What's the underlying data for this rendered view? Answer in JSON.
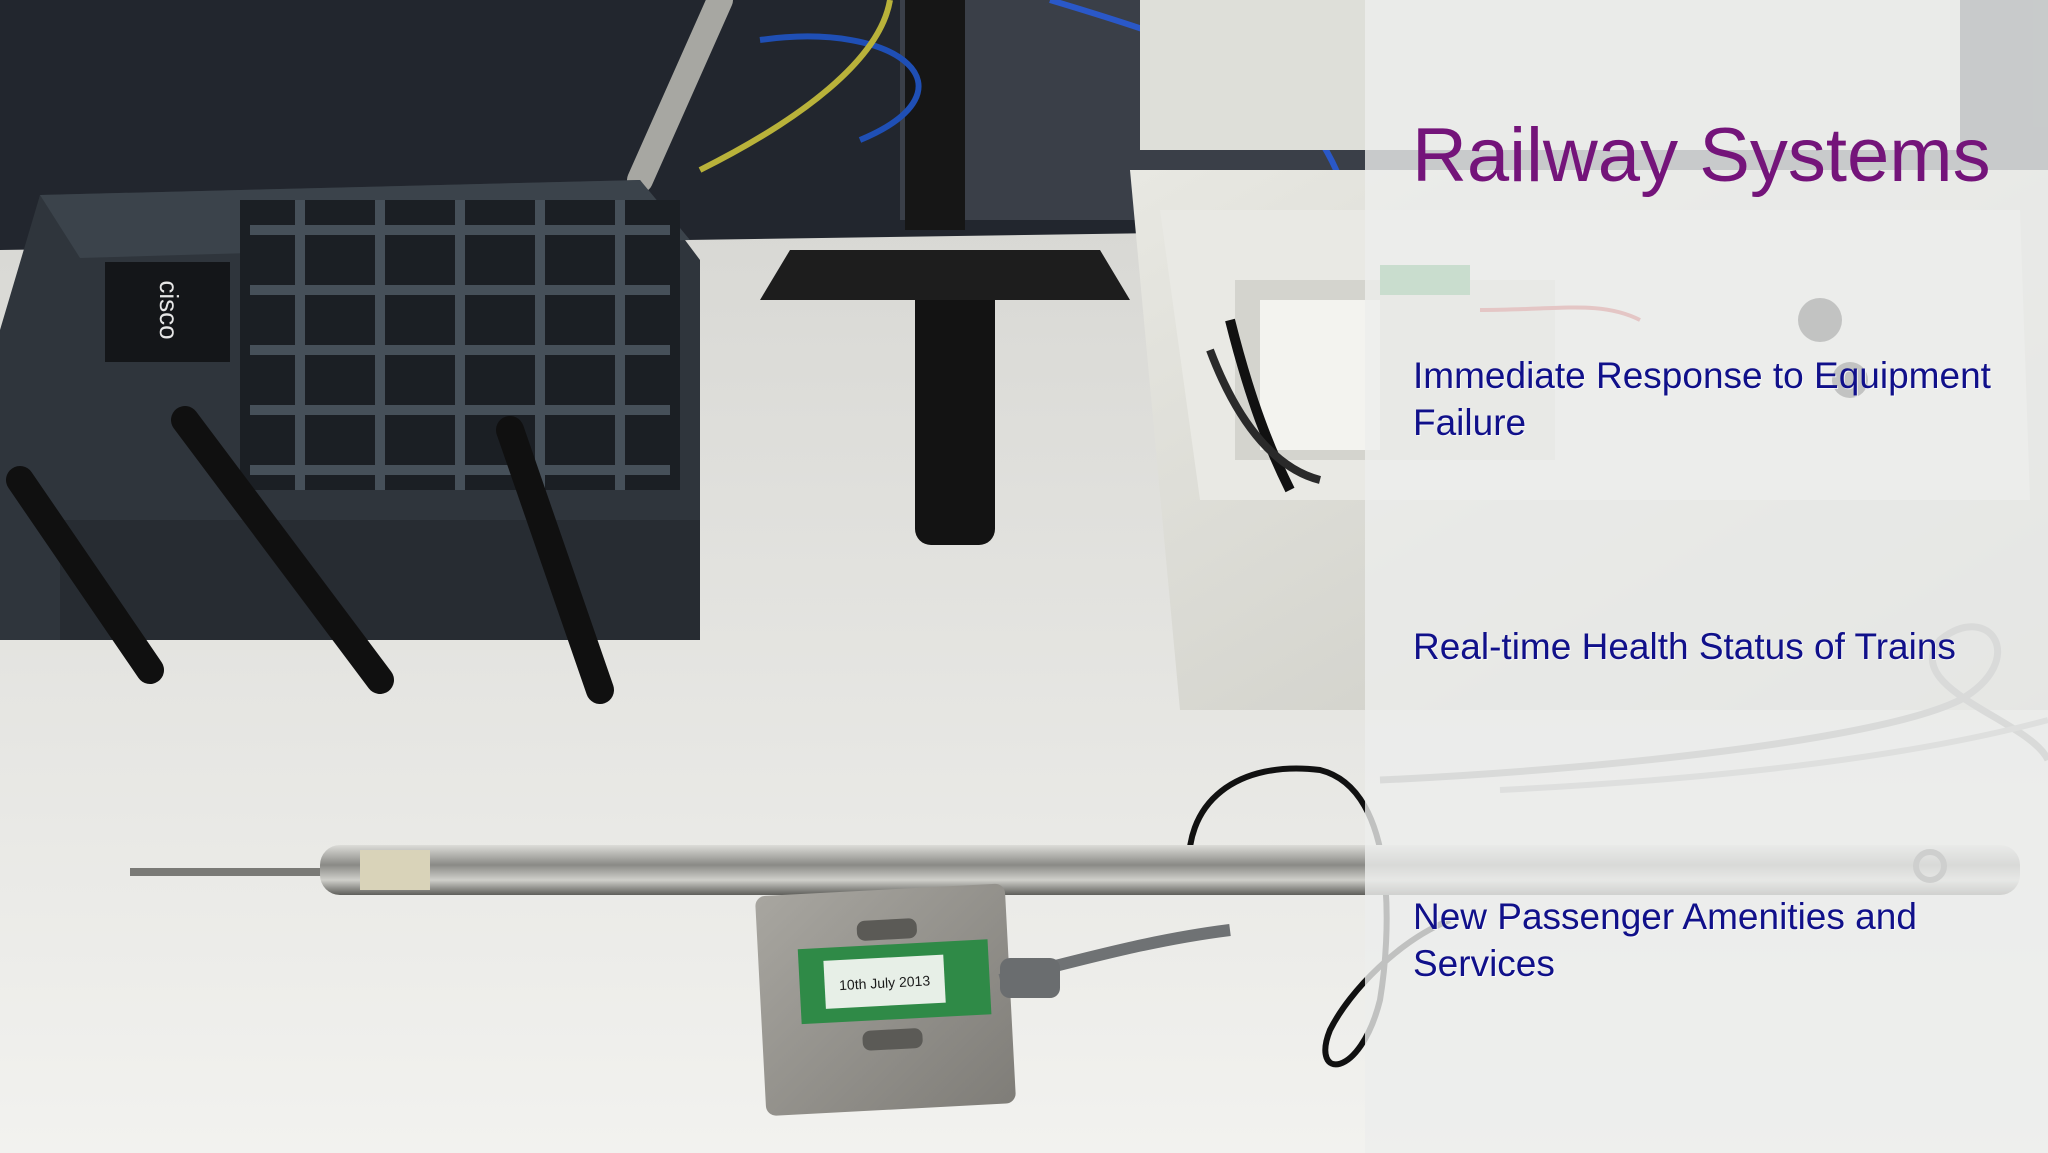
{
  "slide": {
    "title": "Railway Systems",
    "bullets": [
      "Immediate Response to Equipment Failure",
      "Real-time Health Status of Trains",
      "New Passenger Amenities and Services"
    ]
  },
  "photo": {
    "router_brand_text": "cisco",
    "load_cell_label": "10th July 2013"
  },
  "colors": {
    "title": "#74147a",
    "bullets": "#10108a",
    "overlay": "#eceeec"
  }
}
